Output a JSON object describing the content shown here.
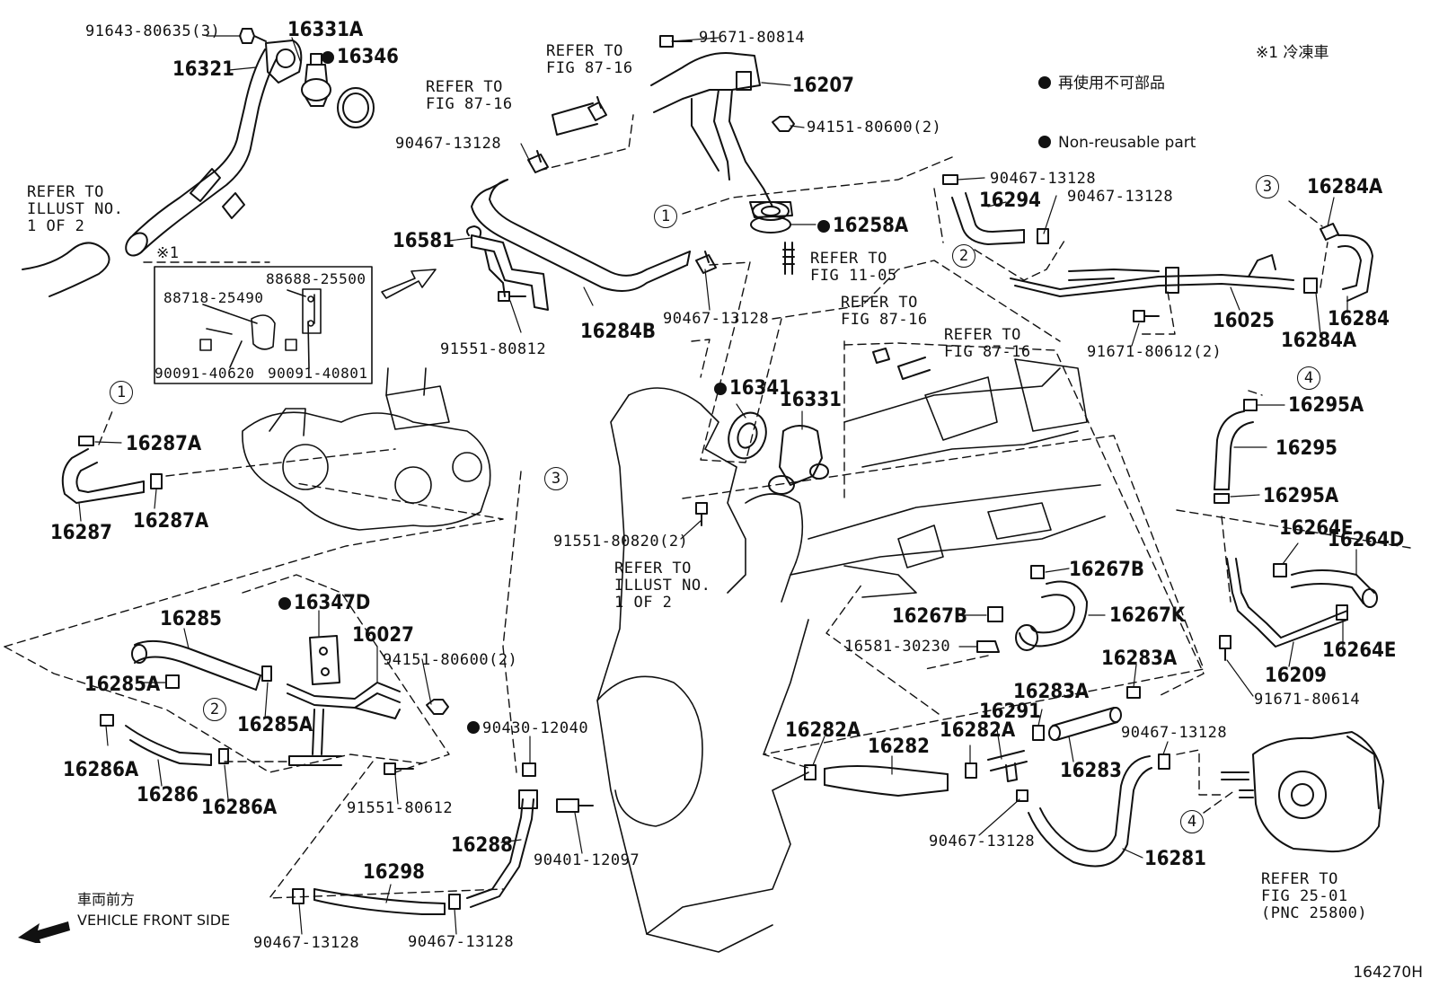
{
  "legend": {
    "non_reusable_jp": "再使用不可部品",
    "non_reusable_en": "Non-reusable part",
    "note_jp": "※1 冷凍車"
  },
  "vehicle_front": {
    "jp": "車両前方",
    "en": "VEHICLE FRONT SIDE"
  },
  "illustration_id": "164270H",
  "inset": {
    "mark": "※1",
    "parts": [
      "88688-25500",
      "88718-25490",
      "90091-40620",
      "90091-40801"
    ]
  },
  "refer_notes": [
    "REFER TO\nILLUST NO.\n1 OF 2",
    "REFER TO\nFIG 87-16",
    "REFER TO\nFIG 87-16",
    "REFER TO\nFIG 11-05",
    "REFER TO\nFIG 87-16",
    "REFER TO\nFIG 87-16",
    "REFER TO\nILLUST NO.\n1 OF 2",
    "REFER TO\nFIG 25-01\n(PNC 25800)"
  ],
  "callouts": [
    "1",
    "2",
    "3",
    "4",
    "1",
    "2",
    "3",
    "4"
  ],
  "parts": {
    "p_91643": "91643-80635(3)",
    "p_16331A": "16331A",
    "p_16346": "16346",
    "p_16321": "16321",
    "p_91671_80814": "91671-80814",
    "p_16207": "16207",
    "p_94151_a": "94151-80600(2)",
    "p_90467_a": "90467-13128",
    "p_16258A": "16258A",
    "p_16581": "16581",
    "p_16284B": "16284B",
    "p_91551_80812": "91551-80812",
    "p_90467_b": "90467-13128",
    "p_90467_c": "90467-13128",
    "p_16294": "16294",
    "p_90467_d": "90467-13128",
    "p_16284A_top": "16284A",
    "p_16025": "16025",
    "p_16284": "16284",
    "p_16284A_bot": "16284A",
    "p_91671_80612": "91671-80612(2)",
    "p_16341": "16341",
    "p_16331": "16331",
    "p_16287A_a": "16287A",
    "p_16287A_b": "16287A",
    "p_16287": "16287",
    "p_16295A_a": "16295A",
    "p_16295": "16295",
    "p_16295A_b": "16295A",
    "p_91551_80820": "91551-80820(2)",
    "p_16264E_a": "16264E",
    "p_16264D": "16264D",
    "p_16267B_a": "16267B",
    "p_16267B_b": "16267B",
    "p_16267K": "16267K",
    "p_16581_30230": "16581-30230",
    "p_16264E_b": "16264E",
    "p_16209": "16209",
    "p_91671_80614": "91671-80614",
    "p_16347D": "16347D",
    "p_16027": "16027",
    "p_94151_b": "94151-80600(2)",
    "p_16285": "16285",
    "p_16285A_a": "16285A",
    "p_16285A_b": "16285A",
    "p_16286A_a": "16286A",
    "p_16286": "16286",
    "p_16286A_b": "16286A",
    "p_91551_80612": "91551-80612",
    "p_90430": "90430-12040",
    "p_16283A_a": "16283A",
    "p_16283A_b": "16283A",
    "p_16291": "16291",
    "p_16282A_a": "16282A",
    "p_16282A_b": "16282A",
    "p_16282": "16282",
    "p_16283": "16283",
    "p_90467_e": "90467-13128",
    "p_90467_f": "90467-13128",
    "p_16281": "16281",
    "p_16288": "16288",
    "p_90401": "90401-12097",
    "p_16298": "16298",
    "p_90467_g": "90467-13128",
    "p_90467_h": "90467-13128"
  }
}
